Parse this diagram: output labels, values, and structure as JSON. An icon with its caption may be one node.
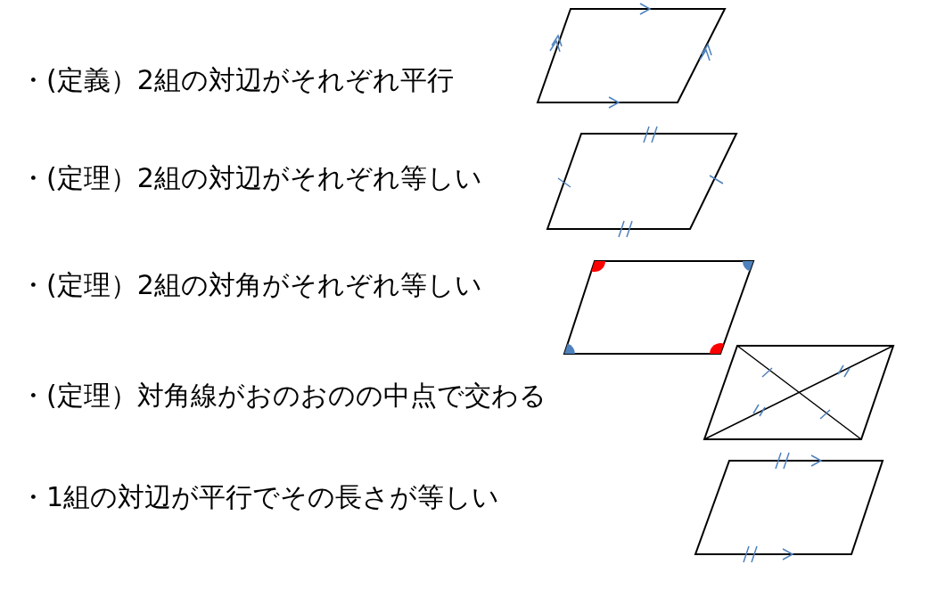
{
  "diagram": {
    "labels": [
      "・(定義）2組の対辺がそれぞれ平行",
      "・(定理）2組の対辺がそれぞれ等しい",
      "・(定理）2組の対角がそれぞれ等しい",
      "・(定理）対角線がおのおのの中点で交わる",
      "・1組の対辺が平行でその長さが等しい"
    ]
  }
}
